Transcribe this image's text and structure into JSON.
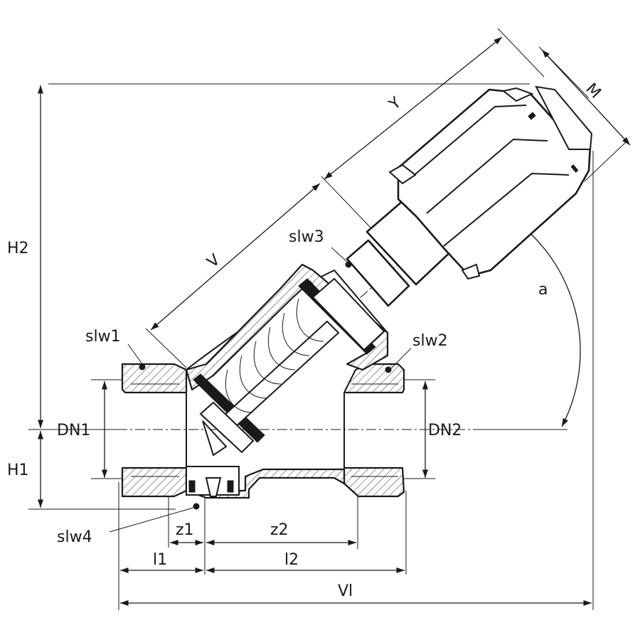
{
  "labels": {
    "H2": "H2",
    "H1": "H1",
    "DN1": "DN1",
    "DN2": "DN2",
    "V": "V",
    "Y": "Y",
    "M": "M",
    "a": "a",
    "slw1": "slw1",
    "slw2": "slw2",
    "slw3": "slw3",
    "slw4": "slw4",
    "z1": "z1",
    "z2": "z2",
    "l1": "l1",
    "l2": "l2",
    "Vl": "Vl"
  }
}
